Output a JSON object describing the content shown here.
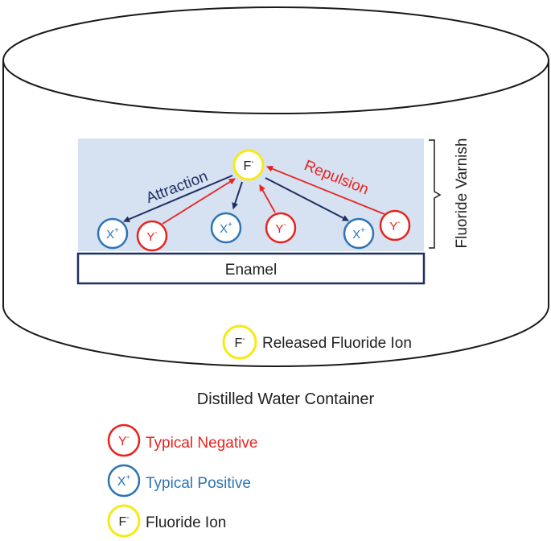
{
  "colors": {
    "negative": "#e8231f",
    "positive": "#2e74b5",
    "fluoride": "#f5ea14",
    "navy": "#1f2f63",
    "varnish_fill": "#d6e1f1",
    "text": "#222222"
  },
  "varnish_label": "Fluoride Varnish",
  "enamel_label": "Enamel",
  "attraction_label": "Attraction",
  "repulsion_label": "Repulsion",
  "released_ion_label": "Released Fluoride Ion",
  "container_label": "Distilled Water Container",
  "ions": {
    "fluoride_symbol": "F",
    "positive_symbol": "X",
    "negative_symbol": "Y",
    "minus_sign": "-",
    "plus_sign": "+"
  },
  "legend": {
    "negative": "Typical Negative",
    "positive": "Typical Positive",
    "fluoride": "Fluoride Ion"
  }
}
